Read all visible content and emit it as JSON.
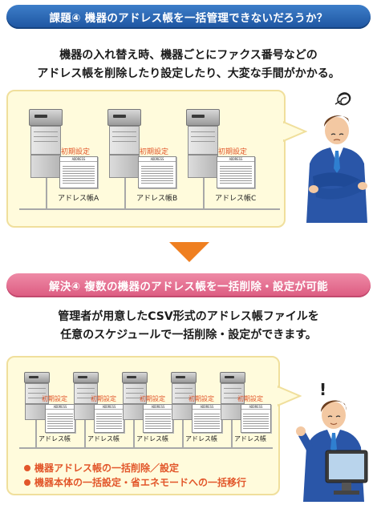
{
  "issue": {
    "title": "課題④ 機器のアドレス帳を一括管理できないだろうか？",
    "description_lines": [
      "機器の入れ替え時、機器ごとにファクス番号などの",
      "アドレス帳を削除したり設定したり、大変な手間がかかる。"
    ],
    "printers": [
      {
        "setting_label": "初期設定",
        "book_header": "ADDRESS",
        "address_book": "アドレス帳A"
      },
      {
        "setting_label": "初期設定",
        "book_header": "ADDRESS",
        "address_book": "アドレス帳B"
      },
      {
        "setting_label": "初期設定",
        "book_header": "ADDRESS",
        "address_book": "アドレス帳C"
      }
    ]
  },
  "solution": {
    "title": "解決④ 複数の機器のアドレス帳を一括削除・設定が可能",
    "description_lines": [
      "管理者が用意したCSV形式のアドレス帳ファイルを",
      "任意のスケジュールで一括削除・設定ができます。"
    ],
    "printers": [
      {
        "setting_label": "初期設定",
        "book_header": "ADDRESS",
        "address_book": "アドレス帳"
      },
      {
        "setting_label": "初期設定",
        "book_header": "ADDRESS",
        "address_book": "アドレス帳"
      },
      {
        "setting_label": "初期設定",
        "book_header": "ADDRESS",
        "address_book": "アドレス帳"
      },
      {
        "setting_label": "初期設定",
        "book_header": "ADDRESS",
        "address_book": "アドレス帳"
      },
      {
        "setting_label": "初期設定",
        "book_header": "ADDRESS",
        "address_book": "アドレス帳"
      }
    ],
    "features": [
      "機器アドレス帳の一括削除／設定",
      "機器本体の一括設定・省エネモードへの一括移行"
    ],
    "exclamation": "!"
  },
  "colors": {
    "issue_banner": "#1d54a0",
    "solution_banner": "#dc5a80",
    "accent": "#e2562a",
    "arrow": "#ef7f20",
    "panel": "#fffbdc"
  }
}
